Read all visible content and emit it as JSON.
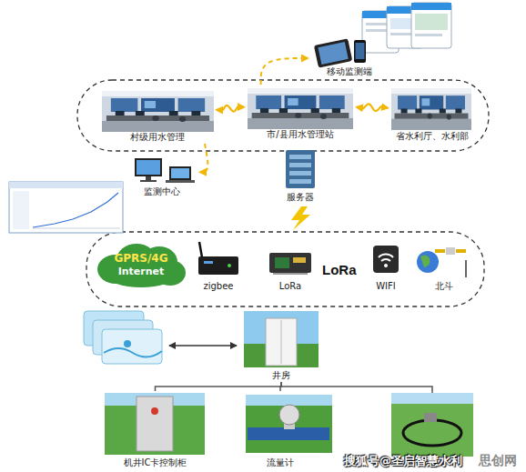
{
  "diagram": {
    "nodes": [
      {
        "text": [
          "移动监测端"
        ]
      },
      {
        "text": [
          "村级用水管理"
        ]
      },
      {
        "text": [
          "市/县用水管理站"
        ]
      },
      {
        "text": [
          "省水利厅、水利部"
        ]
      },
      {
        "text": [
          "监测中心"
        ]
      },
      {
        "text": [
          "服务器"
        ]
      },
      {
        "text": [
          "GPRS/4G",
          "Internet"
        ]
      },
      {
        "text": [
          "zigbee"
        ]
      },
      {
        "text": [
          "LoRa"
        ]
      },
      {
        "text": [
          "WIFI"
        ]
      },
      {
        "text": [
          "北斗"
        ]
      },
      {
        "text": [
          "井房"
        ]
      },
      {
        "text": [
          "机井IC卡控制柜"
        ]
      },
      {
        "text": [
          "流量计"
        ]
      }
    ],
    "edges": [
      {
        "from": 2,
        "to": 0,
        "arrow": "to"
      },
      {
        "from": 1,
        "to": 2,
        "arrow": "both"
      },
      {
        "from": 2,
        "to": 3,
        "arrow": "both"
      },
      {
        "from": 1,
        "to": 4,
        "arrow": "to"
      },
      {
        "from": 11,
        "to": 12,
        "arrow": "none"
      },
      {
        "from": 11,
        "to": 13,
        "arrow": "none"
      }
    ],
    "labels": [
      "LoRa",
      "搜狐号@圣启智慧水利",
      "思创网"
    ]
  }
}
